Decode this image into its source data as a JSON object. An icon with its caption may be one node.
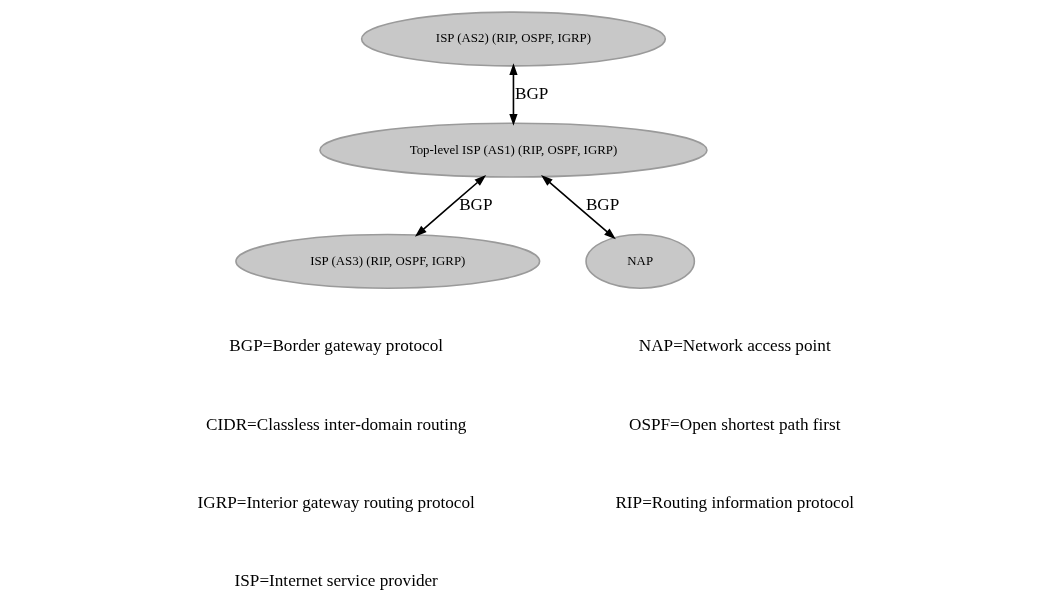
{
  "diagram": {
    "nodes": [
      {
        "text": [
          "NAP"
        ]
      },
      {
        "text": [
          "Top-level ISP (AS1) (RIP, OSPF, IGRP)"
        ]
      },
      {
        "text": [
          "ISP (AS2) (RIP, OSPF, IGRP)"
        ]
      },
      {
        "text": [
          "ISP (AS3) (RIP, OSPF, IGRP)"
        ]
      }
    ],
    "edges": [
      {
        "from": 2,
        "to": 1,
        "arrow": "both",
        "label": "BGP"
      },
      {
        "from": 1,
        "to": 0,
        "arrow": "both",
        "label": "BGP"
      },
      {
        "from": 1,
        "to": 3,
        "arrow": "both",
        "label": "BGP"
      }
    ],
    "labels": [
      "BGP=Border gateway protocol",
      "NAP=Network access point",
      "CIDR=Classless inter-domain routing",
      "OSPF=Open shortest path first",
      "IGRP=Interior gateway routing protocol",
      "RIP=Routing information protocol",
      "ISP=Internet service provider"
    ]
  }
}
